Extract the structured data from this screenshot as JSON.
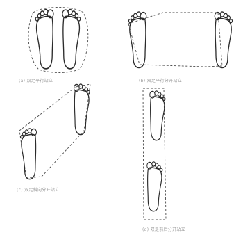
{
  "captions": {
    "a": "(a) 双足平行站立",
    "b": "(b) 双足平行分开站立",
    "c": "(c) 双足斜向分开站立",
    "d": "(d) 双足前后分开站立"
  }
}
